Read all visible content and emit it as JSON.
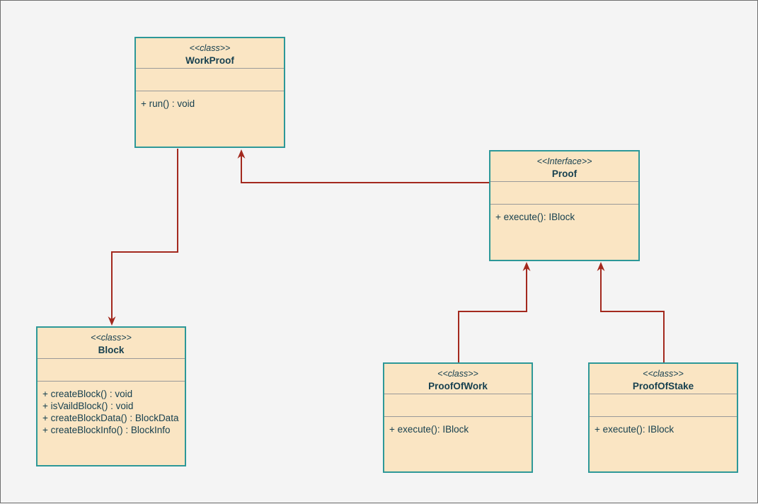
{
  "style": {
    "canvas_bg": "#f4f4f4",
    "canvas_border": "#6e6e6e",
    "box_fill": "#fae5c3",
    "box_border": "#2d9898",
    "divider": "#999999",
    "text_color": "#17404f",
    "arrow_color": "#a3291e"
  },
  "classes": [
    {
      "id": "workproof",
      "stereotype": "<<class>>",
      "name": "WorkProof",
      "attributes": [],
      "methods": [
        "+ run() : void"
      ]
    },
    {
      "id": "proof",
      "stereotype": "<<Interface>>",
      "name": "Proof",
      "attributes": [],
      "methods": [
        "+ execute(): IBlock"
      ]
    },
    {
      "id": "block",
      "stereotype": "<<class>>",
      "name": "Block",
      "attributes": [],
      "methods": [
        "+ createBlock() : void",
        "+ isVaildBlock() : void",
        "+ createBlockData() : BlockData",
        "+ createBlockInfo() : BlockInfo"
      ]
    },
    {
      "id": "proofofwork",
      "stereotype": "<<class>>",
      "name": "ProofOfWork",
      "attributes": [],
      "methods": [
        "+ execute(): IBlock"
      ]
    },
    {
      "id": "proofofstake",
      "stereotype": "<<class>>",
      "name": "ProofOfStake",
      "attributes": [],
      "methods": [
        "+ execute(): IBlock"
      ]
    }
  ],
  "connectors": [
    {
      "from": "WorkProof",
      "to": "Block",
      "type": "directed-arrow",
      "arrowhead_at": "Block top"
    },
    {
      "from": "Proof",
      "to": "WorkProof",
      "type": "directed-arrow",
      "arrowhead_at": "WorkProof bottom"
    },
    {
      "from": "ProofOfWork",
      "to": "Proof",
      "type": "directed-arrow",
      "arrowhead_at": "Proof bottom"
    },
    {
      "from": "ProofOfStake",
      "to": "Proof",
      "type": "directed-arrow",
      "arrowhead_at": "Proof bottom"
    }
  ]
}
